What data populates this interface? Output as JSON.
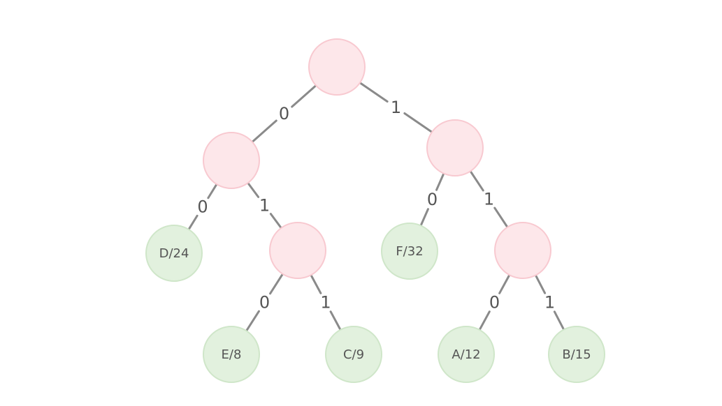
{
  "tree": {
    "colors": {
      "internal_fill": "#fde7ea",
      "internal_stroke": "#f8c9d0",
      "leaf_fill": "#e2f1de",
      "leaf_stroke": "#cfe6c9",
      "edge": "#8a8a8a",
      "text": "#555555"
    },
    "nodes": [
      {
        "id": "root",
        "type": "internal",
        "label": ""
      },
      {
        "id": "n0",
        "type": "internal",
        "label": ""
      },
      {
        "id": "n1",
        "type": "internal",
        "label": ""
      },
      {
        "id": "n01",
        "type": "internal",
        "label": ""
      },
      {
        "id": "n11",
        "type": "internal",
        "label": ""
      },
      {
        "id": "D",
        "type": "leaf",
        "label": "D/24"
      },
      {
        "id": "E",
        "type": "leaf",
        "label": "E/8"
      },
      {
        "id": "C",
        "type": "leaf",
        "label": "C/9"
      },
      {
        "id": "F",
        "type": "leaf",
        "label": "F/32"
      },
      {
        "id": "A",
        "type": "leaf",
        "label": "A/12"
      },
      {
        "id": "B",
        "type": "leaf",
        "label": "B/15"
      }
    ],
    "edges": [
      {
        "from": "root",
        "to": "n0",
        "label": "0"
      },
      {
        "from": "root",
        "to": "n1",
        "label": "1"
      },
      {
        "from": "n0",
        "to": "D",
        "label": "0"
      },
      {
        "from": "n0",
        "to": "n01",
        "label": "1"
      },
      {
        "from": "n01",
        "to": "E",
        "label": "0"
      },
      {
        "from": "n01",
        "to": "C",
        "label": "1"
      },
      {
        "from": "n1",
        "to": "F",
        "label": "0"
      },
      {
        "from": "n1",
        "to": "n11",
        "label": "1"
      },
      {
        "from": "n11",
        "to": "A",
        "label": "0"
      },
      {
        "from": "n11",
        "to": "B",
        "label": "1"
      }
    ]
  }
}
